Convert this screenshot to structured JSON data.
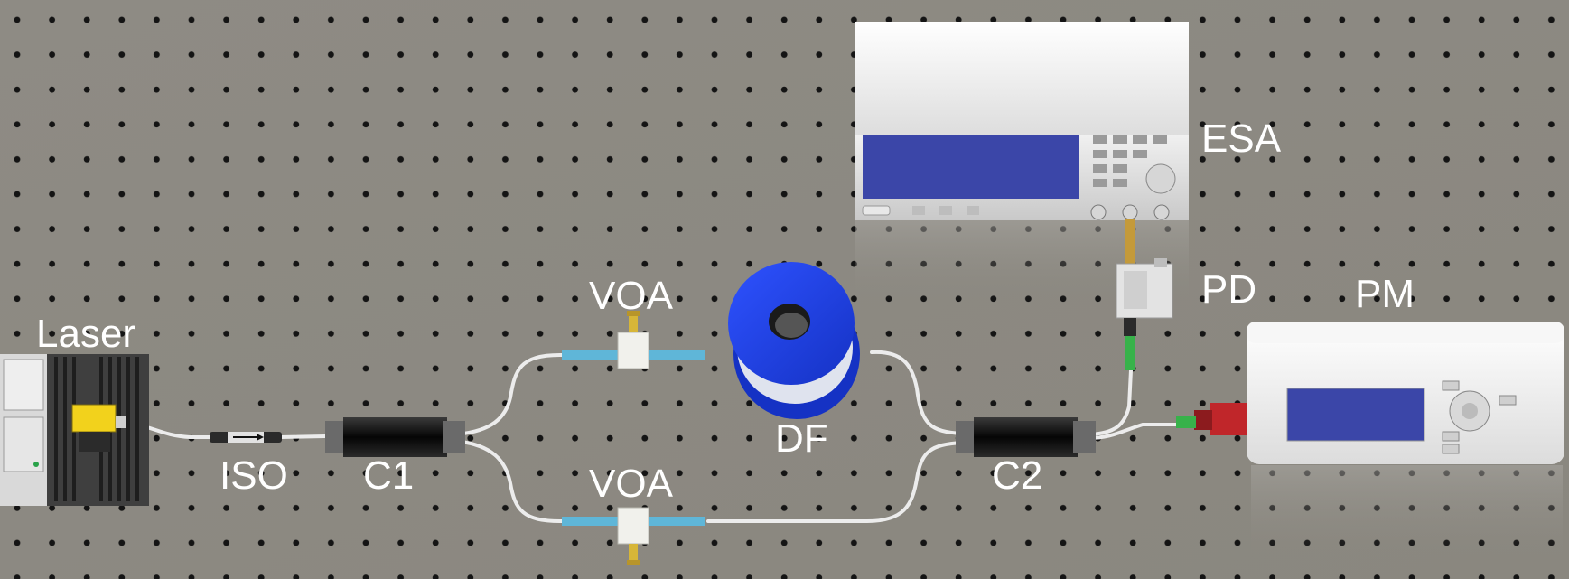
{
  "labels": {
    "laser": "Laser",
    "iso": "ISO",
    "c1": "C1",
    "voa_top": "VOA",
    "voa_bottom": "VOA",
    "df": "DF",
    "c2": "C2",
    "pd": "PD",
    "esa": "ESA",
    "pm": "PM"
  },
  "colors": {
    "table": "#8d8a83",
    "hole": "#141414",
    "label": "#ffffff",
    "screen": "#3b46a8",
    "spool": "#1f3fe0",
    "connector_blue": "#5fb6d8",
    "connector_green": "#37b24a",
    "adapter_red": "#c0262a",
    "gold": "#d7b638"
  },
  "icons": {
    "laser": "laser-mount-icon",
    "iso": "isolator-icon",
    "coupler": "coupler-icon",
    "voa": "attenuator-icon",
    "df": "fiber-spool-icon",
    "pd": "photodetector-icon",
    "esa": "spectrum-analyzer-icon",
    "pm": "power-meter-icon"
  }
}
